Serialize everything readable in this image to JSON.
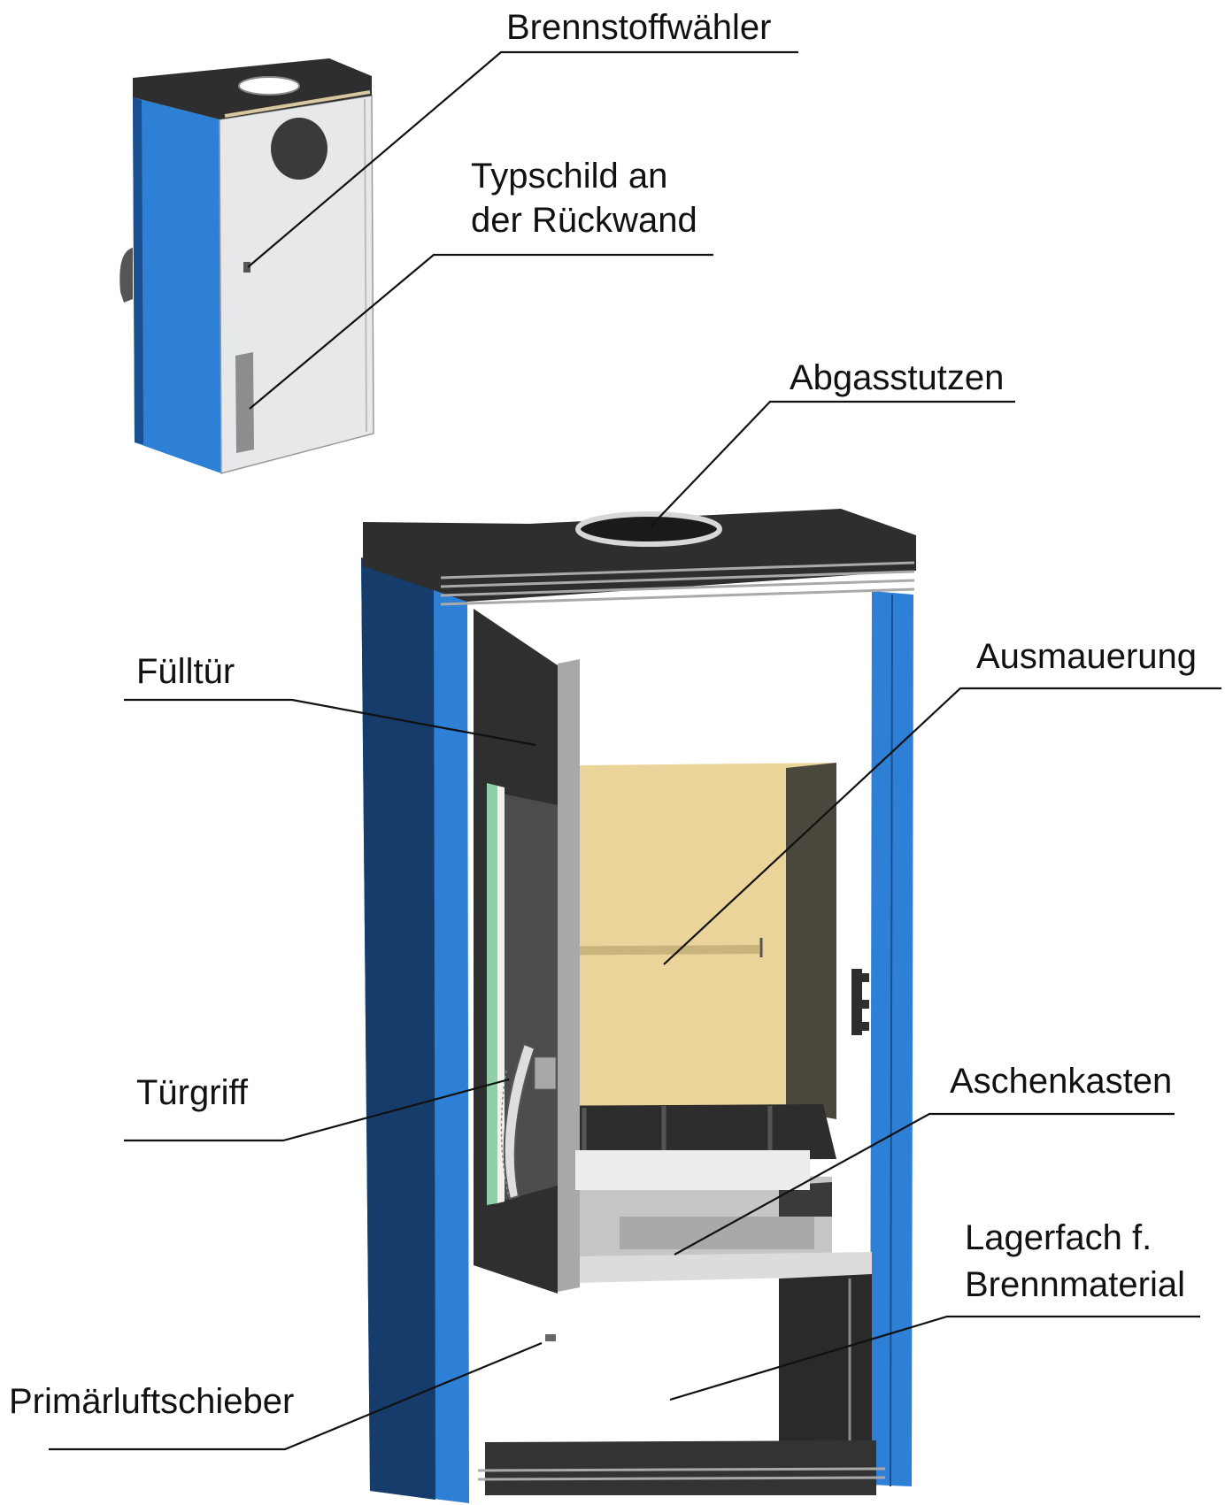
{
  "labels": {
    "fuel_selector": "Brennstoffwähler",
    "type_plate_line1": "Typschild an",
    "type_plate_line2": "der Rückwand",
    "flue_outlet": "Abgasstutzen",
    "refill_door": "Fülltür",
    "lining": "Ausmauerung",
    "door_handle": "Türgriff",
    "ash_box": "Aschenkasten",
    "storage_line1": "Lagerfach f.",
    "storage_line2": "Brennmaterial",
    "primary_air_slider": "Primärluftschieber"
  },
  "colors": {
    "blue_panel": "#2e7fd6",
    "dark_blue": "#163c6b",
    "top_plate": "#2e2e2e",
    "rear_panel": "#e7e8ea",
    "firebrick": "#ebd49a",
    "door_steel": "#2f2f2f",
    "door_frame": "#a8a8a8",
    "glass_edge": "#8fd0a8"
  }
}
